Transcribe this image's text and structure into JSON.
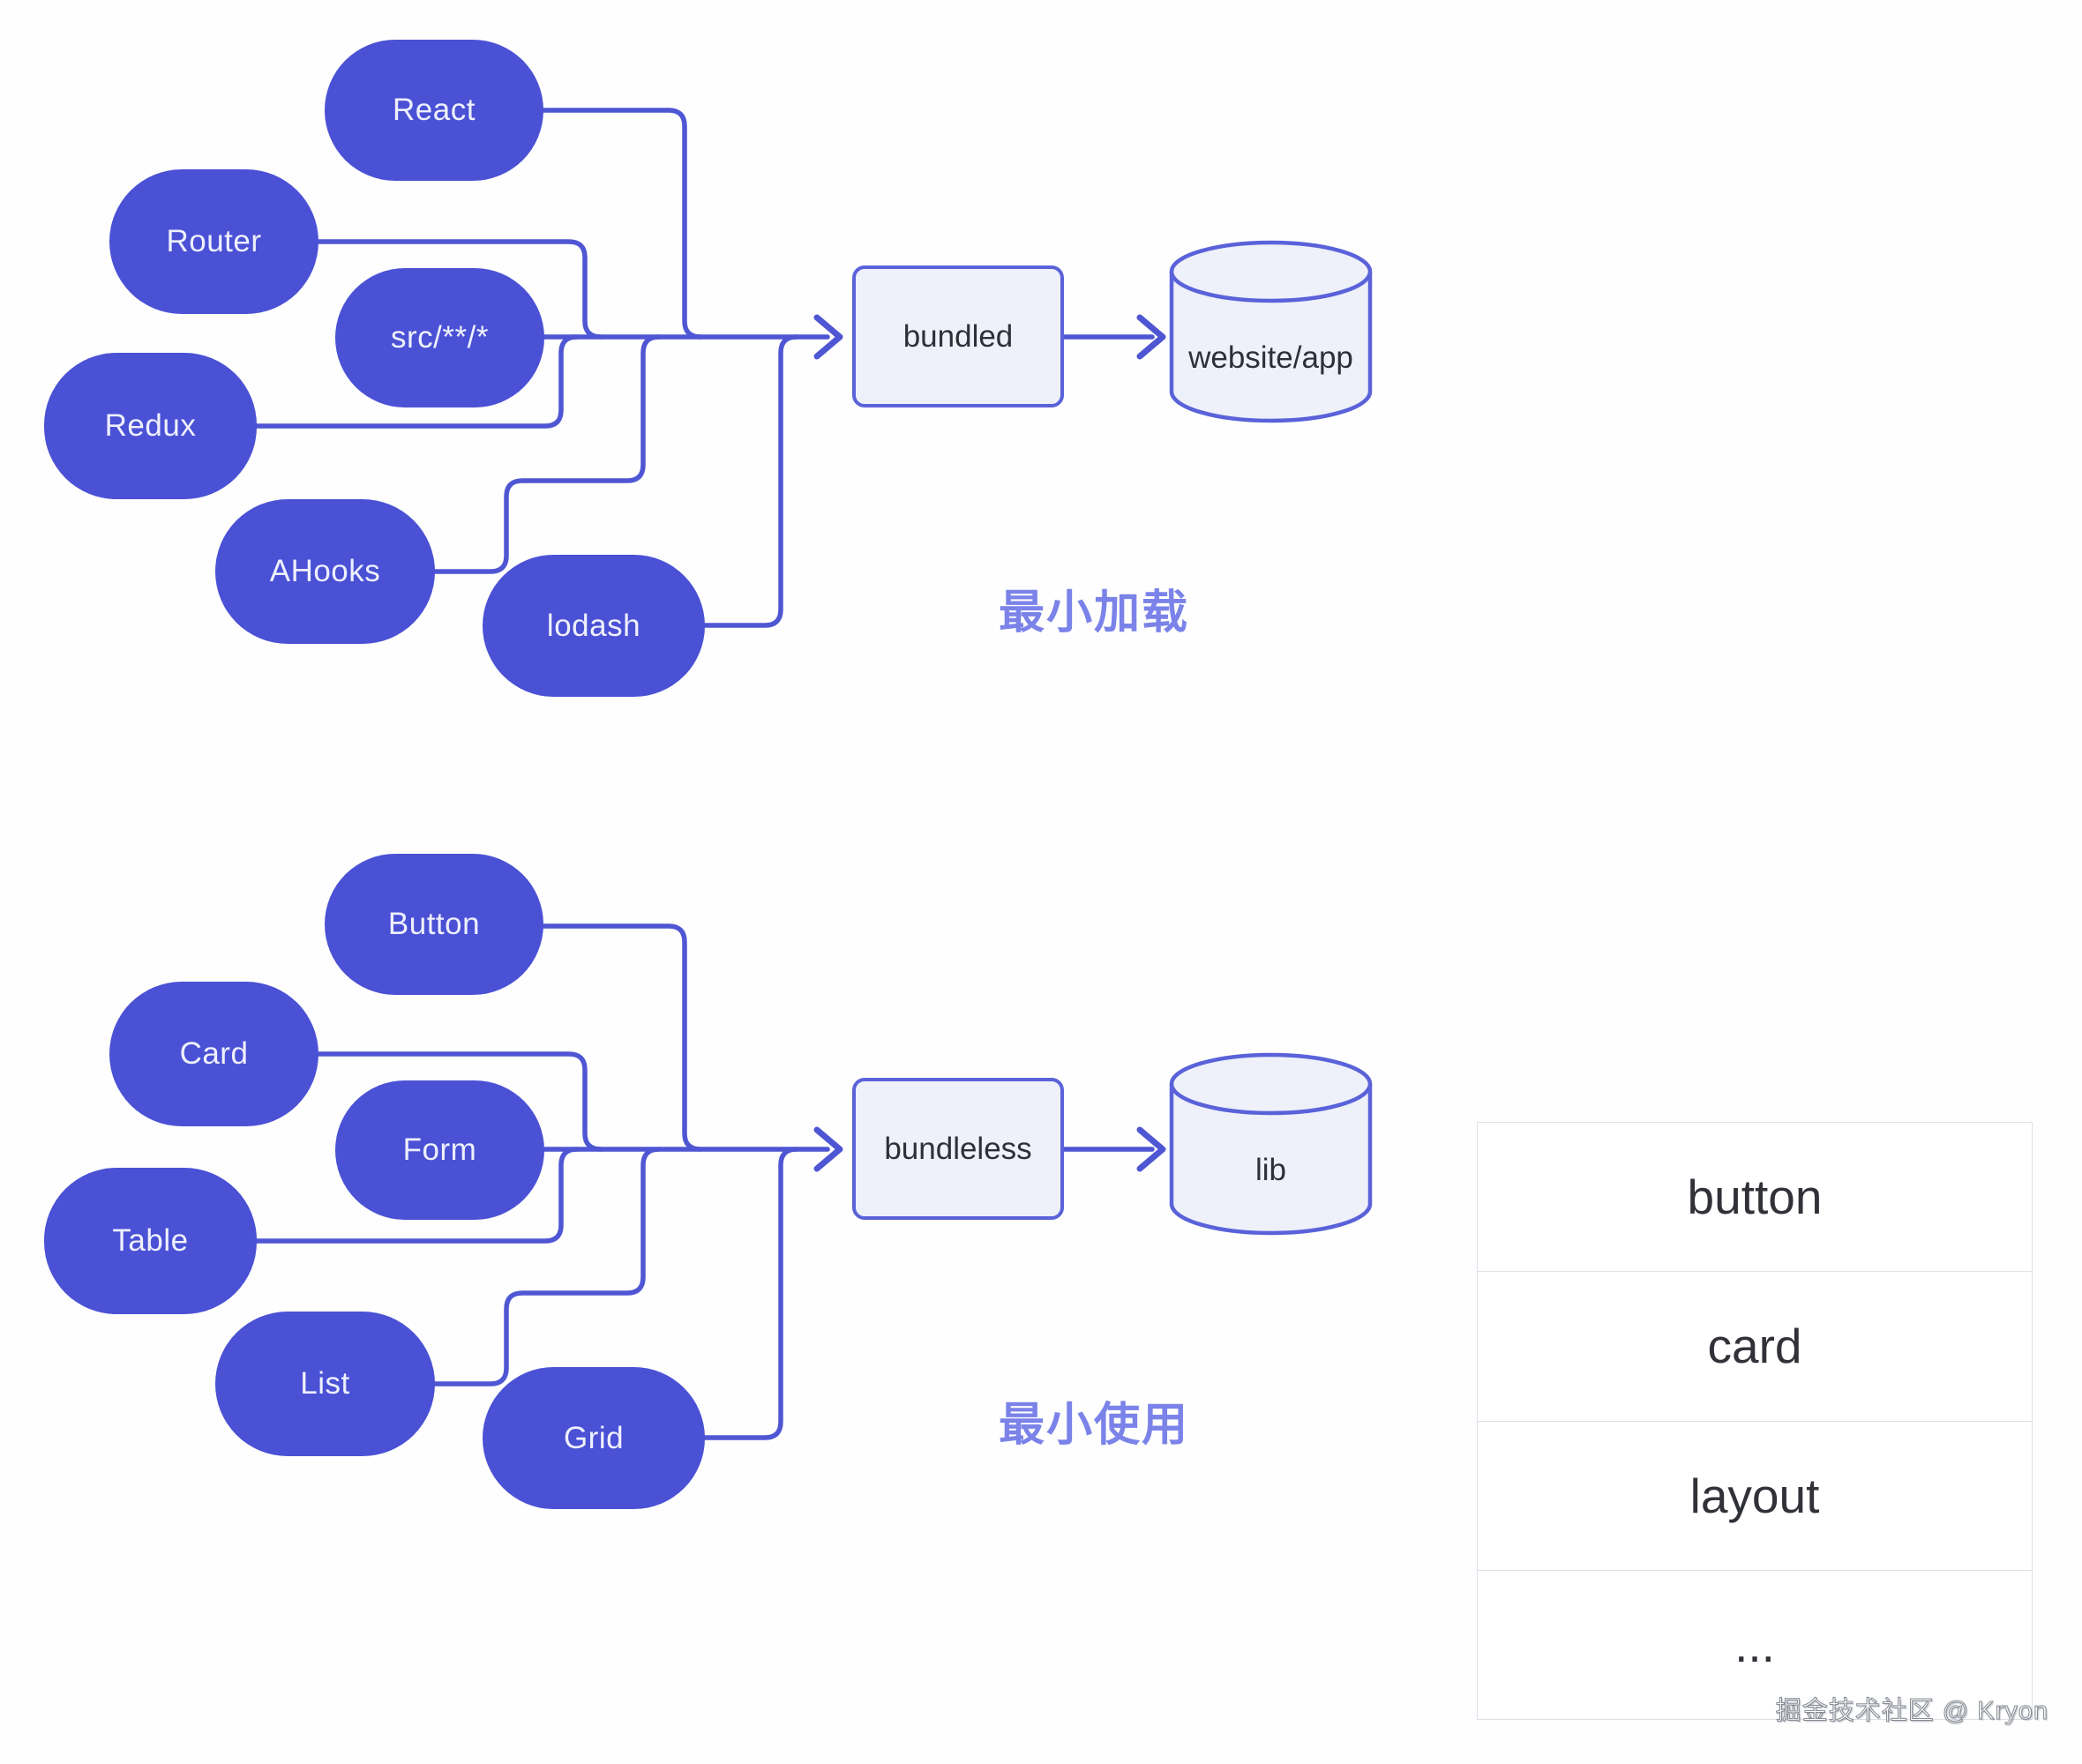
{
  "top_flow": {
    "caption": "最小加载",
    "sources": [
      "React",
      "Router",
      "src/**/*",
      "Redux",
      "AHooks",
      "lodash"
    ],
    "bundler": "bundled",
    "target": "website/app"
  },
  "bottom_flow": {
    "caption": "最小使用",
    "sources": [
      "Button",
      "Card",
      "Form",
      "Table",
      "List",
      "Grid"
    ],
    "bundler": "bundleless",
    "target": "lib"
  },
  "lib_contents": {
    "rows": [
      "button",
      "card",
      "layout",
      "..."
    ]
  },
  "watermark": "掘金技术社区 @ Kryon",
  "colors": {
    "node_fill": "#4a51d5",
    "connector": "#4f56d3",
    "box_fill": "#eef0fa",
    "box_border": "#5a62d9",
    "caption_text": "#7b83e9",
    "table_border": "#dfe0ea"
  }
}
